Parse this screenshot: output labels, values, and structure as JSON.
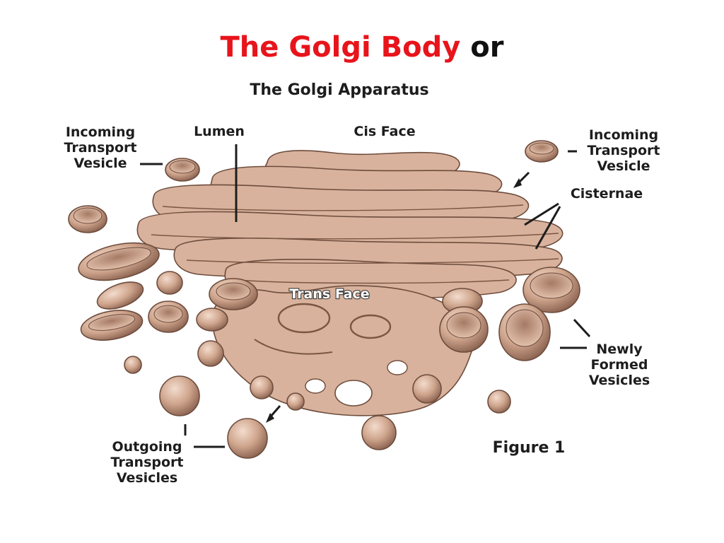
{
  "slide": {
    "title_accent": "The Golgi Body",
    "title_rest": "or",
    "accent_color": "#e8141b"
  },
  "diagram": {
    "heading": "The Golgi Apparatus",
    "labels": {
      "incoming_left": [
        "Incoming",
        "Transport",
        "Vesicle"
      ],
      "lumen": "Lumen",
      "cis_face": "Cis Face",
      "incoming_right": [
        "Incoming",
        "Transport",
        "Vesicle"
      ],
      "cisternae": "Cisternae",
      "trans_face": "Trans Face",
      "newly_formed": [
        "Newly",
        "Formed",
        "Vesicles"
      ],
      "outgoing": [
        "Outgoing",
        "Transport",
        "Vesicles"
      ],
      "figure": "Figure 1"
    },
    "colors": {
      "organelle_fill": "#d8b29c",
      "organelle_stroke": "#6d4c3d"
    }
  }
}
